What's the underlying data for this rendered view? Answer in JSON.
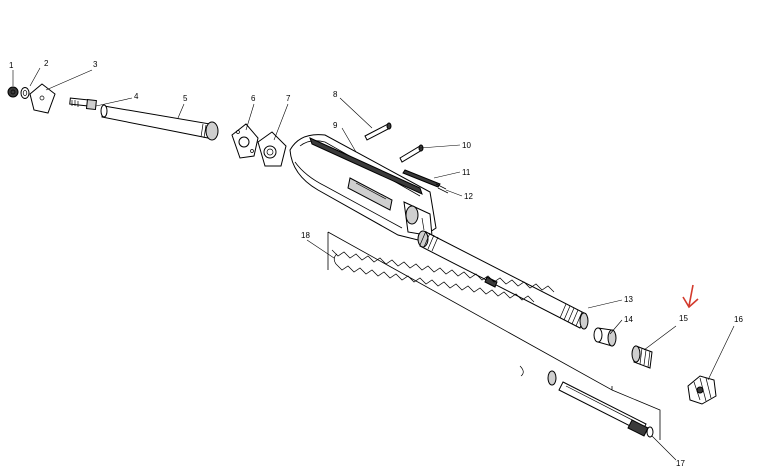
{
  "diagram": {
    "part_numbers": [
      "1",
      "2",
      "3",
      "4",
      "5",
      "6",
      "7",
      "8",
      "9",
      "10",
      "11",
      "12",
      "13",
      "14",
      "15",
      "16",
      "17",
      "18"
    ],
    "annotation_arrow_color": "#d33a2c",
    "line_color": "#000000",
    "background": "#ffffff"
  }
}
